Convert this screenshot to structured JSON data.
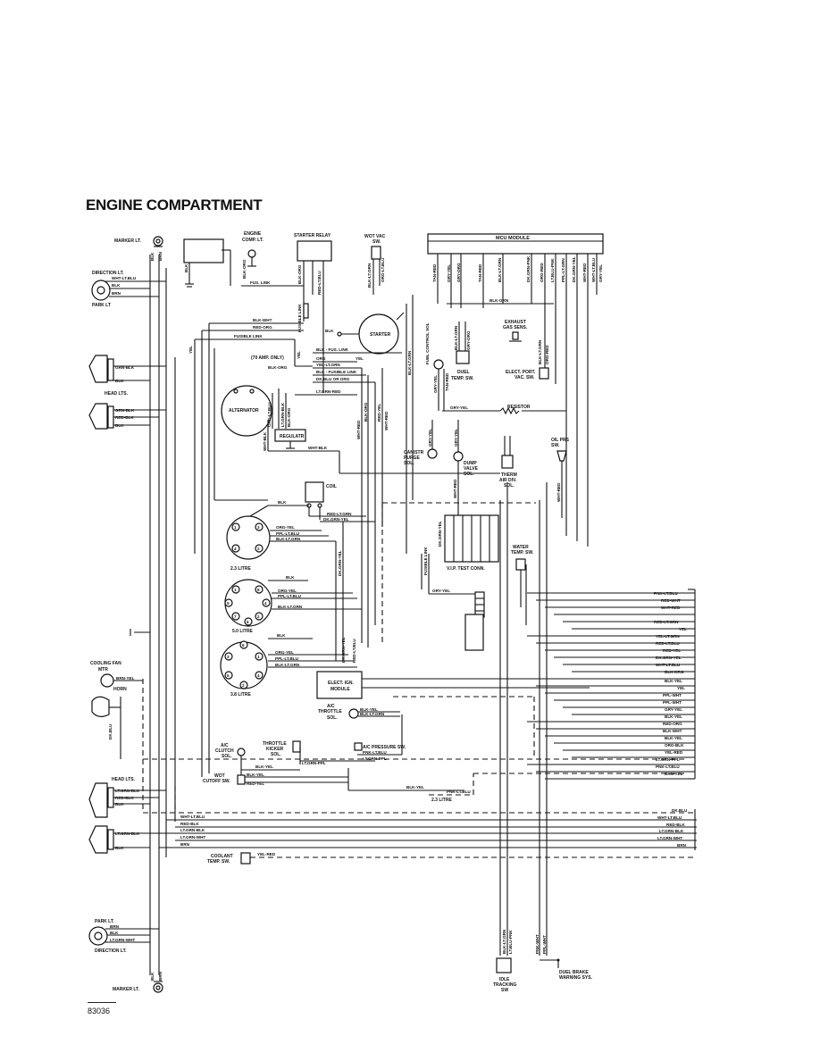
{
  "title": "ENGINE COMPARTMENT",
  "figure_code": "83036",
  "components": {
    "marker_lt_top": "MARKER LT.",
    "marker_lt_bottom": "MARKER LT.",
    "direction_lt_top": "DIRECTION LT.",
    "park_lt_top": "PARK LT",
    "head_lts_top": "HEAD LTS.",
    "cooling_fan": "COOLING FAN",
    "cooling_fan_mtr": "MTR",
    "horn": "HORN",
    "head_lts_bottom": "HEAD LTS.",
    "park_lt_bottom": "PARK LT.",
    "direction_lt_bottom": "DIRECTION LT.",
    "engine_comp_lt_1": "ENGINE",
    "engine_comp_lt_2": "COMP. LT.",
    "starter_relay": "STARTER RELAY",
    "wot_vac_sw_1": "WOT VAC",
    "wot_vac_sw_2": "SW.",
    "mcu_module": "MCU MODULE",
    "starter": "STARTER",
    "alternator": "ALTERNATOR",
    "regulator": "REGULATR",
    "amp_note": "(70 AMP. ONLY)",
    "exhaust_gas_sens_1": "EXHAUST",
    "exhaust_gas_sens_2": "GAS SENS.",
    "fuel_control_sol": "FUEL CONTROL SOL",
    "duel_temp_sw_1": "DUEL",
    "duel_temp_sw_2": "TEMP. SW.",
    "elect_port_vac_sw_1": "ELECT. PORT.",
    "elect_port_vac_sw_2": "VAC. SW.",
    "resistor": "RESISTOR",
    "oil_prs_sw_1": "OIL PRS",
    "oil_prs_sw_2": "SW.",
    "canister_purge_1": "CANISTR",
    "canister_purge_2": "PURGE",
    "canister_purge_3": "SOL.",
    "dump_valve_1": "DUMP",
    "dump_valve_2": "VALVE",
    "dump_valve_3": "SOL.",
    "therm_air_div_1": "THERM",
    "therm_air_div_2": "AIR DIV.",
    "therm_air_div_3": "SOL.",
    "coil": "COIL",
    "litre_23": "2.3 LITRE",
    "litre_50": "5.0 LITRE",
    "litre_38": "3.8 LITRE",
    "litre_23_b": "2.3 LITRE",
    "vip_test_conn": "V.I.P. TEST CONN.",
    "water_temp_sw_1": "WATER",
    "water_temp_sw_2": "TEMP. SW.",
    "elect_ign_module_1": "ELECT. IGN.",
    "elect_ign_module_2": "MODULE",
    "ac_throttle_sol_1": "A/C",
    "ac_throttle_sol_2": "THROTTLE",
    "ac_throttle_sol_3": "SOL.",
    "ac_clutch_sol_1": "A/C",
    "ac_clutch_sol_2": "CLUTCH",
    "ac_clutch_sol_3": "SOL.",
    "throttle_kicker_sol_1": "THROTTLE",
    "throttle_kicker_sol_2": "KICKER",
    "throttle_kicker_sol_3": "SOL.",
    "ac_pressure_sw": "A/C PRESSURE SW.",
    "wot_cutoff_sw_1": "WOT",
    "wot_cutoff_sw_2": "CUTOFF SW.",
    "coolant_temp_sw_1": "COOLANT",
    "coolant_temp_sw_2": "TEMP. SW.",
    "idle_tracking_sw_1": "IDLE",
    "idle_tracking_sw_2": "TRACKING",
    "idle_tracking_sw_3": "SW",
    "duel_brake_1": "DUEL BRAKE",
    "duel_brake_2": "WARNING SYS."
  },
  "wire_labels": {
    "blk": "BLK",
    "brn": "BRN",
    "wht_lt_blu": "WHT-LT.BLU",
    "grn_blk": "GRN-BLK",
    "red_blk": "RED-BLK",
    "brn_yel": "BRN-YEL",
    "dk_blu": "DK.BLU",
    "lt_grn_blk": "LT.GRN-BLK",
    "lt_grn_wht": "LT.GRN-WHT",
    "red_org": "RED-ORG",
    "red_lt_blu": "RED-LT.BLU",
    "blk_org": "BLK-ORG",
    "fus_link": "FUS. LINK",
    "fusible_link": "FUSIBLE LINK",
    "blk_wht": "BLK-WHT",
    "yel": "YEL",
    "blk_fus_link": "BLK - FUS. LINK",
    "yel_lt_grn": "YEL-LT.GRN",
    "blk_fusible_link": "BLK - FUSIBLE LINK",
    "dk_blu_or_org": "DK.BLU OR ORG",
    "lt_grn_red": "LT.GRN-RED",
    "org": "ORG",
    "org_lt_blu": "ORG-LT.BLU",
    "lt_grn_blk_v": "LT.GRN-BLK",
    "blk_org_v": "BLK-ORG",
    "wht_blk": "WHT-BLK",
    "wht_red": "WHT-RED",
    "red_yel": "RED-YEL",
    "gry_yel": "GRY-YEL",
    "org_yel": "ORG-YEL",
    "ppl_lt_blu": "PPL-LT.BLU",
    "blk_lt_grn": "BLK-LT.GRN",
    "red_lt_grn": "RED-LT.GRN",
    "dk_grn_yel": "DK.GRN-YEL",
    "blk_yel": "BLK-YEL",
    "pnk_lt_blu": "PNK-LT.BLU",
    "lt_grn_ppl": "LT.GRN-PPL",
    "yel_red": "YEL-RED",
    "tan_red": "TAN-RED",
    "gry_org": "GRY-ORG",
    "tan_red_2": "TAN-RED",
    "blk_lt_grn_2": "BLK-LT.GRN",
    "dk_grn_pnk": "DK.GRN-PNK",
    "org_red": "ORG-RED",
    "lt_blu_pnk": "LT.BLU-PNK",
    "ppl_lt_grn": "PPL-LT.GRN",
    "dk_grn_yel_2": "DK.GRN-YEL",
    "wht_red_2": "WHT-RED",
    "wht_lt_blu_2": "WHT-LT.BLU",
    "gry_yel_2": "GRY-YEL",
    "blk_grn": "BLK-GRN",
    "fusible_link_v": "FUSIBLE LINK",
    "lt_grn_pnk": "LT.GRN-PNK",
    "pnk_wht": "PNK-WHT",
    "ppl_wht": "PPL-WHT",
    "lt_blu_pnk_2": "LT.BLU-PNK",
    "blk_lt_grn_3": "BLK-LT.GRN"
  },
  "right_connector_top": [
    "PNK-LT.BLU",
    "RED-WHT",
    "WHT-RED",
    "",
    "RED-LT.GRN",
    "YEL",
    "YEL-LT.GRN",
    "RED-LT.BLU",
    "RED-YEL",
    "DK.GRN-YEL",
    "WHT-LT.BLU",
    "BLK-ORG",
    "",
    "BLK-YEL",
    "YEL",
    "PPL-WHT",
    "PPL-WHT",
    "GRY-YEL",
    "BLK-YEL",
    "RED-ORG",
    "BLK-WHT",
    "BLK-YEL",
    "ORG-BLK",
    "YEL-RED",
    "LT.GRN-PPL",
    "PNK-LT.BLU",
    "BRN-YEL"
  ],
  "right_connector_bottom": [
    "DK.BLU",
    "WHT-LT.BLU",
    "RED-BLK",
    "LT.GRN-BLK",
    "LT.GRN-WHT",
    "BRN"
  ],
  "distributor_numbers": [
    "1",
    "2",
    "3",
    "4",
    "5",
    "6",
    "7",
    "8"
  ]
}
